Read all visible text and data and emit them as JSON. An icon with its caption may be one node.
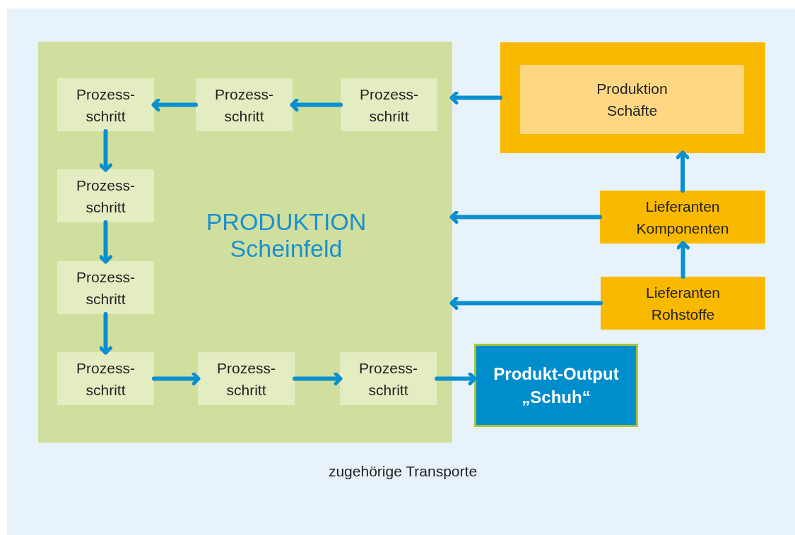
{
  "diagram": {
    "nodes": [
      {
        "text": [
          "PRODUKTION Scheinfeld"
        ]
      },
      {
        "text": [
          "Prozess-schritt"
        ],
        "in": 0
      },
      {
        "text": [
          "Prozess-schritt"
        ],
        "in": 0
      },
      {
        "text": [
          "Prozess-schritt"
        ],
        "in": 0
      },
      {
        "text": [
          "Prozess-schritt"
        ],
        "in": 0
      },
      {
        "text": [
          "Prozess-schritt"
        ],
        "in": 0
      },
      {
        "text": [
          "Prozess-schritt"
        ],
        "in": 0
      },
      {
        "text": [
          "Prozess-schritt"
        ],
        "in": 0
      },
      {
        "text": [
          "Prozess-schritt"
        ],
        "in": 0
      },
      {
        "text": [
          "Produktion Schäfte"
        ]
      },
      {
        "text": [
          "Lieferanten Komponenten"
        ]
      },
      {
        "text": [
          "Lieferanten Rohstoffe"
        ]
      },
      {
        "text": [
          "Produkt-Output „Schuh“"
        ]
      }
    ],
    "edges": [
      {
        "from": 3,
        "to": 2,
        "arrow": "to"
      },
      {
        "from": 2,
        "to": 1,
        "arrow": "to"
      },
      {
        "from": 1,
        "to": 4,
        "arrow": "to"
      },
      {
        "from": 4,
        "to": 5,
        "arrow": "to"
      },
      {
        "from": 5,
        "to": 6,
        "arrow": "to"
      },
      {
        "from": 6,
        "to": 7,
        "arrow": "to"
      },
      {
        "from": 7,
        "to": 8,
        "arrow": "to"
      },
      {
        "from": 8,
        "to": 12,
        "arrow": "to"
      },
      {
        "from": 9,
        "to": 0,
        "arrow": "to"
      },
      {
        "from": 10,
        "to": 0,
        "arrow": "to"
      },
      {
        "from": 11,
        "to": 0,
        "arrow": "to"
      },
      {
        "from": 10,
        "to": 9,
        "arrow": "to"
      },
      {
        "from": 11,
        "to": 10,
        "arrow": "to"
      }
    ],
    "labels": [
      "zugehörige Transporte"
    ]
  }
}
